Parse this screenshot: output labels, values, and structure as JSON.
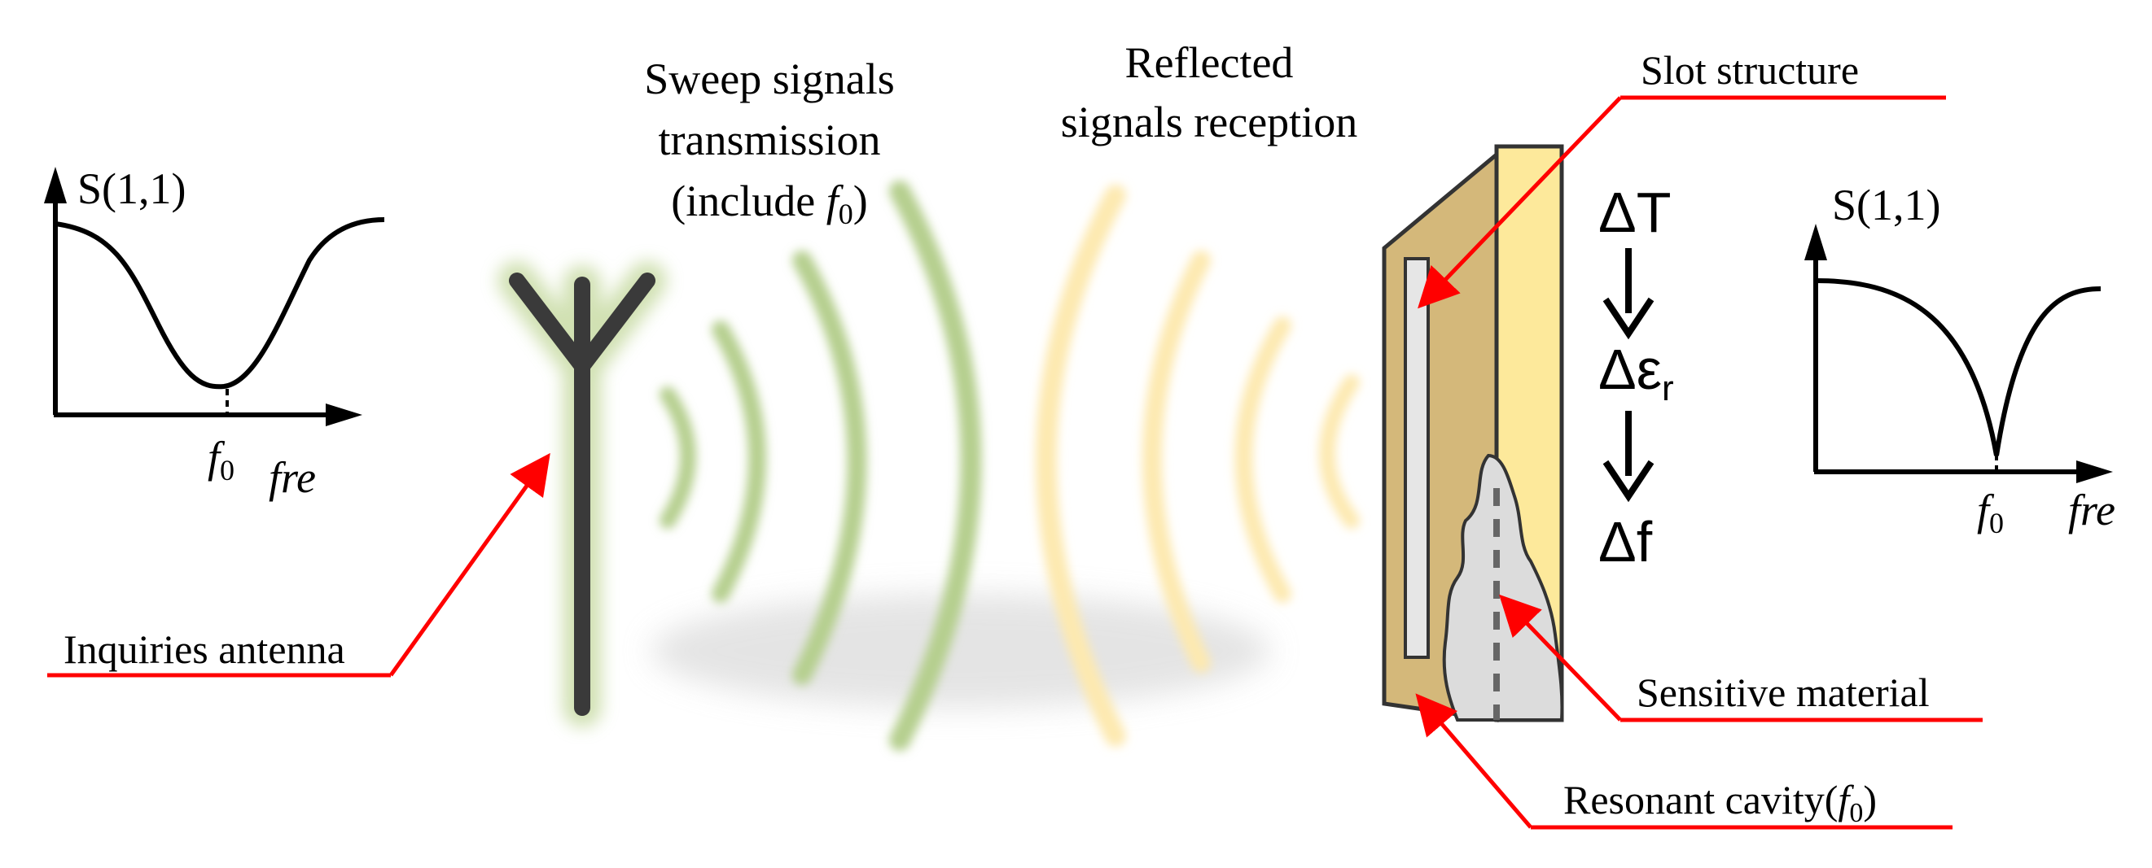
{
  "labels": {
    "sweep_line1": "Sweep signals",
    "sweep_line2": "transmission",
    "sweep_line3_pre": "(include ",
    "sweep_line3_f": "f",
    "sweep_line3_sub": "0",
    "sweep_line3_post": ")",
    "reflected_line1": "Reflected",
    "reflected_line2": "signals reception",
    "slot_structure": "Slot structure",
    "inquiries_antenna": "Inquiries antenna",
    "sensitive_material": "Sensitive material",
    "resonant_pre": "Resonant cavity(",
    "resonant_f": "f",
    "resonant_sub": "0",
    "resonant_post": ")"
  },
  "chain": {
    "delta_t": "ΔT",
    "delta_eps": "Δε",
    "delta_eps_sub": "r",
    "delta_f": "Δf"
  },
  "plot_left": {
    "ylabel": "S(1,1)",
    "marker_f": "f",
    "marker_sub": "0",
    "xlabel": "fre"
  },
  "plot_right": {
    "ylabel": "S(1,1)",
    "marker_f": "f",
    "marker_sub": "0",
    "xlabel": "fre"
  },
  "colors": {
    "annotation_red": "#ff0000",
    "transmit_wave_green": "#b5cf8e",
    "reflect_wave_yellow": "#fde9b0",
    "cavity_tan": "#d4b87a",
    "cavity_face_yellow": "#fde99b",
    "antenna_dark": "#3a3a3a",
    "antenna_glow": "#c9dca6"
  },
  "icons": [
    "antenna-icon",
    "resonant-cavity-icon"
  ]
}
